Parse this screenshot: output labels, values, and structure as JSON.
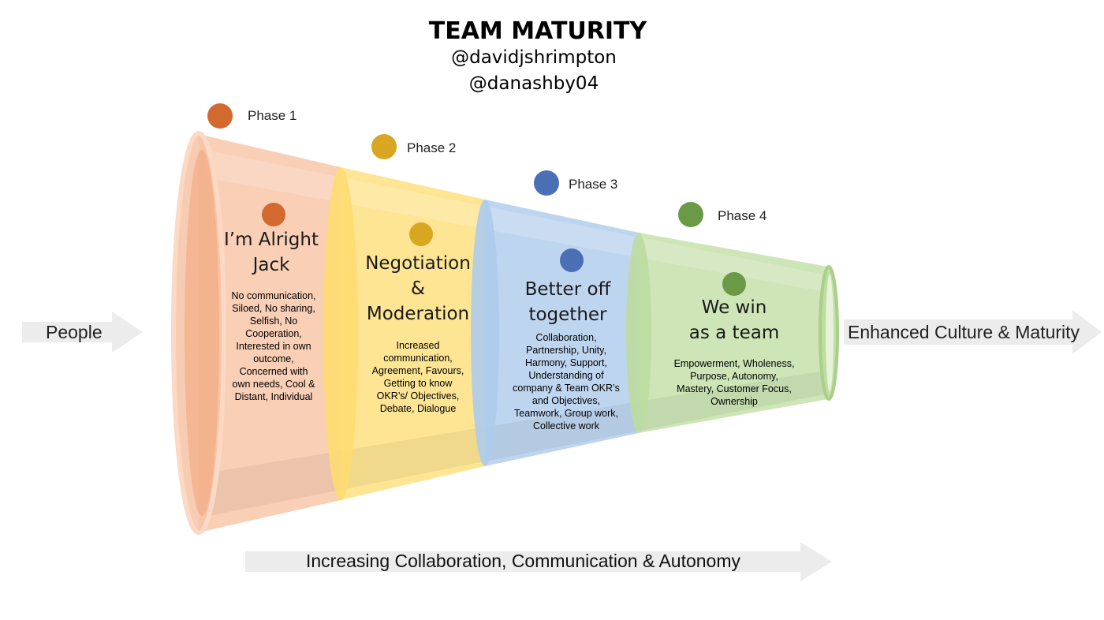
{
  "header": {
    "title": "TEAM MATURITY",
    "handle_1": "@davidjshrimpton",
    "handle_2": "@danashby04"
  },
  "colors": {
    "phase1": "#f7c3a4",
    "phase2": "#fddc70",
    "phase3": "#aecbec",
    "phase4": "#bcdc9f",
    "dot_orange": "#d2692f",
    "dot_gold": "#d8a620",
    "dot_blue": "#4a6fb5",
    "dot_green": "#6a9a45",
    "arrow_grey": "#ececec"
  },
  "phases": [
    {
      "label": "Phase 1",
      "dot_icon": "orange-circle-icon",
      "title_lines": [
        "I’m Alright",
        "Jack"
      ],
      "description_lines": [
        "No communication,",
        "Siloed, No sharing,",
        "Selfish, No",
        "Cooperation,",
        "Interested in own",
        "outcome,",
        "Concerned with",
        "own needs, Cool &",
        "Distant, Individual"
      ]
    },
    {
      "label": "Phase 2",
      "dot_icon": "gold-circle-icon",
      "title_lines": [
        "Negotiation",
        "&",
        "Moderation"
      ],
      "description_lines": [
        "Increased",
        "communication,",
        "Agreement, Favours,",
        "Getting to know",
        "OKR’s/ Objectives,",
        "Debate, Dialogue"
      ]
    },
    {
      "label": "Phase 3",
      "dot_icon": "blue-circle-icon",
      "title_lines": [
        "Better off",
        "together"
      ],
      "description_lines": [
        "Collaboration,",
        "Partnership, Unity,",
        "Harmony, Support,",
        "Understanding of",
        "company & Team OKR’s",
        "and Objectives,",
        "Teamwork, Group work,",
        "Collective work"
      ]
    },
    {
      "label": "Phase 4",
      "dot_icon": "green-circle-icon",
      "title_lines": [
        "We win",
        "as a team"
      ],
      "description_lines": [
        "Empowerment, Wholeness,",
        "Purpose, Autonomy,",
        "Mastery, Customer Focus,",
        "Ownership"
      ]
    }
  ],
  "arrows": {
    "input": "People",
    "output": "Enhanced Culture & Maturity",
    "bottom": "Increasing Collaboration, Communication & Autonomy"
  }
}
